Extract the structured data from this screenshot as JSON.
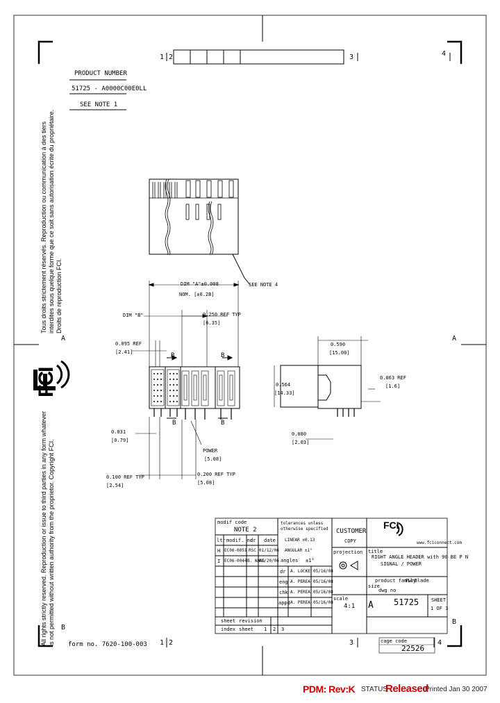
{
  "drawing": {
    "zone_numbers_top": [
      "1",
      "2",
      "3",
      "4"
    ],
    "zone_numbers_bottom": [
      "1",
      "2",
      "3",
      "4"
    ],
    "zone_letters_left": [
      "A",
      "B"
    ],
    "zone_letters_right": [
      "A",
      "B"
    ],
    "product_number_label": "PRODUCT NUMBER",
    "product_number_value": "51725 - A0000C00E0LL",
    "see_note_1": "SEE NOTE 1",
    "see_note_4": "SEE NOTE 4",
    "dims": {
      "d1": "DIM \"A\"±0.008",
      "d1b": "NOM. [±0.2B]",
      "d2": "DIM \"B\"",
      "d3": "0.250 REF TYP",
      "d3b": "[6.35]",
      "d4": "0.095 REF",
      "d4b": "[2.41]",
      "d5": "0.590",
      "d5b": "[15.00]",
      "d6": "0.564",
      "d6b": "[14.33]",
      "d7": "0.063 REF",
      "d7b": "[1.6]",
      "d8": "0.080",
      "d8b": "[2.03]",
      "d9": "0.031",
      "d9b": "[0.79]",
      "d10": "POWER",
      "d10b": "[5.08]",
      "d11": "0.100 REF TYP",
      "d11b": "[2.54]",
      "d12": "0.200 REF TYP",
      "d12b": "[5.08]"
    },
    "section_b": "B",
    "copyright_text": "All rights strictly reserved. Reproduction or issue to third parties in any form whatever is not permitted without written authority from the proprietor. Copyright FCI.",
    "french_text": "Tous droits strictement réservés. Reproduction ou communication à des tiers interdites sous quelque forme que ce soit sans autorisation écrite du propriétaire. Droits de reproduction FCI.",
    "logo_text": "FCI"
  },
  "title_block": {
    "mod_code": "modif code",
    "note_2": "NOTE 2",
    "ltr_header": "ltr",
    "mod_no_header": "modif. no.",
    "dr_header": "dr",
    "date_header": "date",
    "rows": [
      {
        "ltr": "H",
        "mod": "EC06-0051",
        "dr": "RSC",
        "date": "01/12/06"
      },
      {
        "ltr": "I",
        "mod": "EC06-0044",
        "dr": "B. WANG",
        "date": "01/20/06"
      }
    ],
    "tolerances": "tolerances unless otherwise specified",
    "tol1": "LINEAR ±0.13",
    "tol2": "ANGULAR ±1°",
    "angles": "angles",
    "tol3": "±1°",
    "dr_label": "dr",
    "eng_label": "eng",
    "chk_label": "chk",
    "appd_label": "appd",
    "dr_name": "A. LOCKE",
    "eng_name": "A. PEREA",
    "chk_name": "A. PEREA",
    "appd_name": "A. PEREA",
    "dr_date": "05/16/08",
    "eng_date": "05/16/08",
    "chk_date": "05/16/08",
    "appd_date": "05/16/08",
    "customer": "CUSTOMER",
    "copy": "COPY",
    "projection": "projection",
    "scale_label": "scale",
    "scale_value": "4:1",
    "title_label": "title",
    "title_line1": "RIGHT ANGLE HEADER with 90 BE P N",
    "title_line2": "SIGNAL / POWER",
    "website": "www.fciconnect.com",
    "product_family_label": "product family",
    "product_family_value": "PwrBlade",
    "size_label": "size",
    "dwg_no_label": "dwg no",
    "size_value": "A",
    "dwg_no_value": "51725",
    "sheet_label": "SHEET",
    "sheet_value": "1 OF 3",
    "sheet_row_label": "sheet",
    "revision_label": "revision",
    "index_label": "index",
    "sheet2_label": "sheet",
    "sheet_nums": [
      "1",
      "2",
      "3"
    ],
    "code_label": "cage code",
    "code_value": "22526",
    "form_no": "form no. 7620-100-003",
    "fci_small": "FCI"
  },
  "footer": {
    "pdm": "PDM: Rev:K",
    "status_label": "STATUS",
    "status_value": "Released",
    "printed": "Printed Jan 30 2007"
  }
}
